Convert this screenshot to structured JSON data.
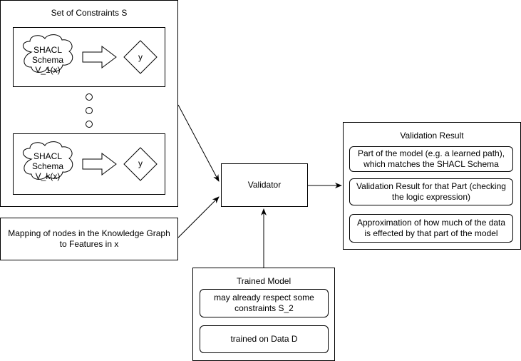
{
  "constraints": {
    "title": "Set of Constraints S",
    "schema1": [
      "SHACL",
      "Schema",
      "V_1(x)"
    ],
    "schema1_output": "y",
    "schemak": [
      "SHACL",
      "Schema",
      "V_k(x)"
    ],
    "schemak_output": "y"
  },
  "mapping": {
    "text": "Mapping of nodes in the Knowledge Graph to Features in x"
  },
  "validator": {
    "label": "Validator"
  },
  "trained_model": {
    "title": "Trained Model",
    "item1": "may already respect some constraints S_2",
    "item2": "trained on Data D"
  },
  "validation_result": {
    "title": "Validation Result",
    "item1": "Part of the model (e.g. a learned path), which matches the SHACL Schema",
    "item2": "Validation Result for that Part (checking the logic expression)",
    "item3": "Approximation of how much of the data is effected by that part of the model"
  }
}
